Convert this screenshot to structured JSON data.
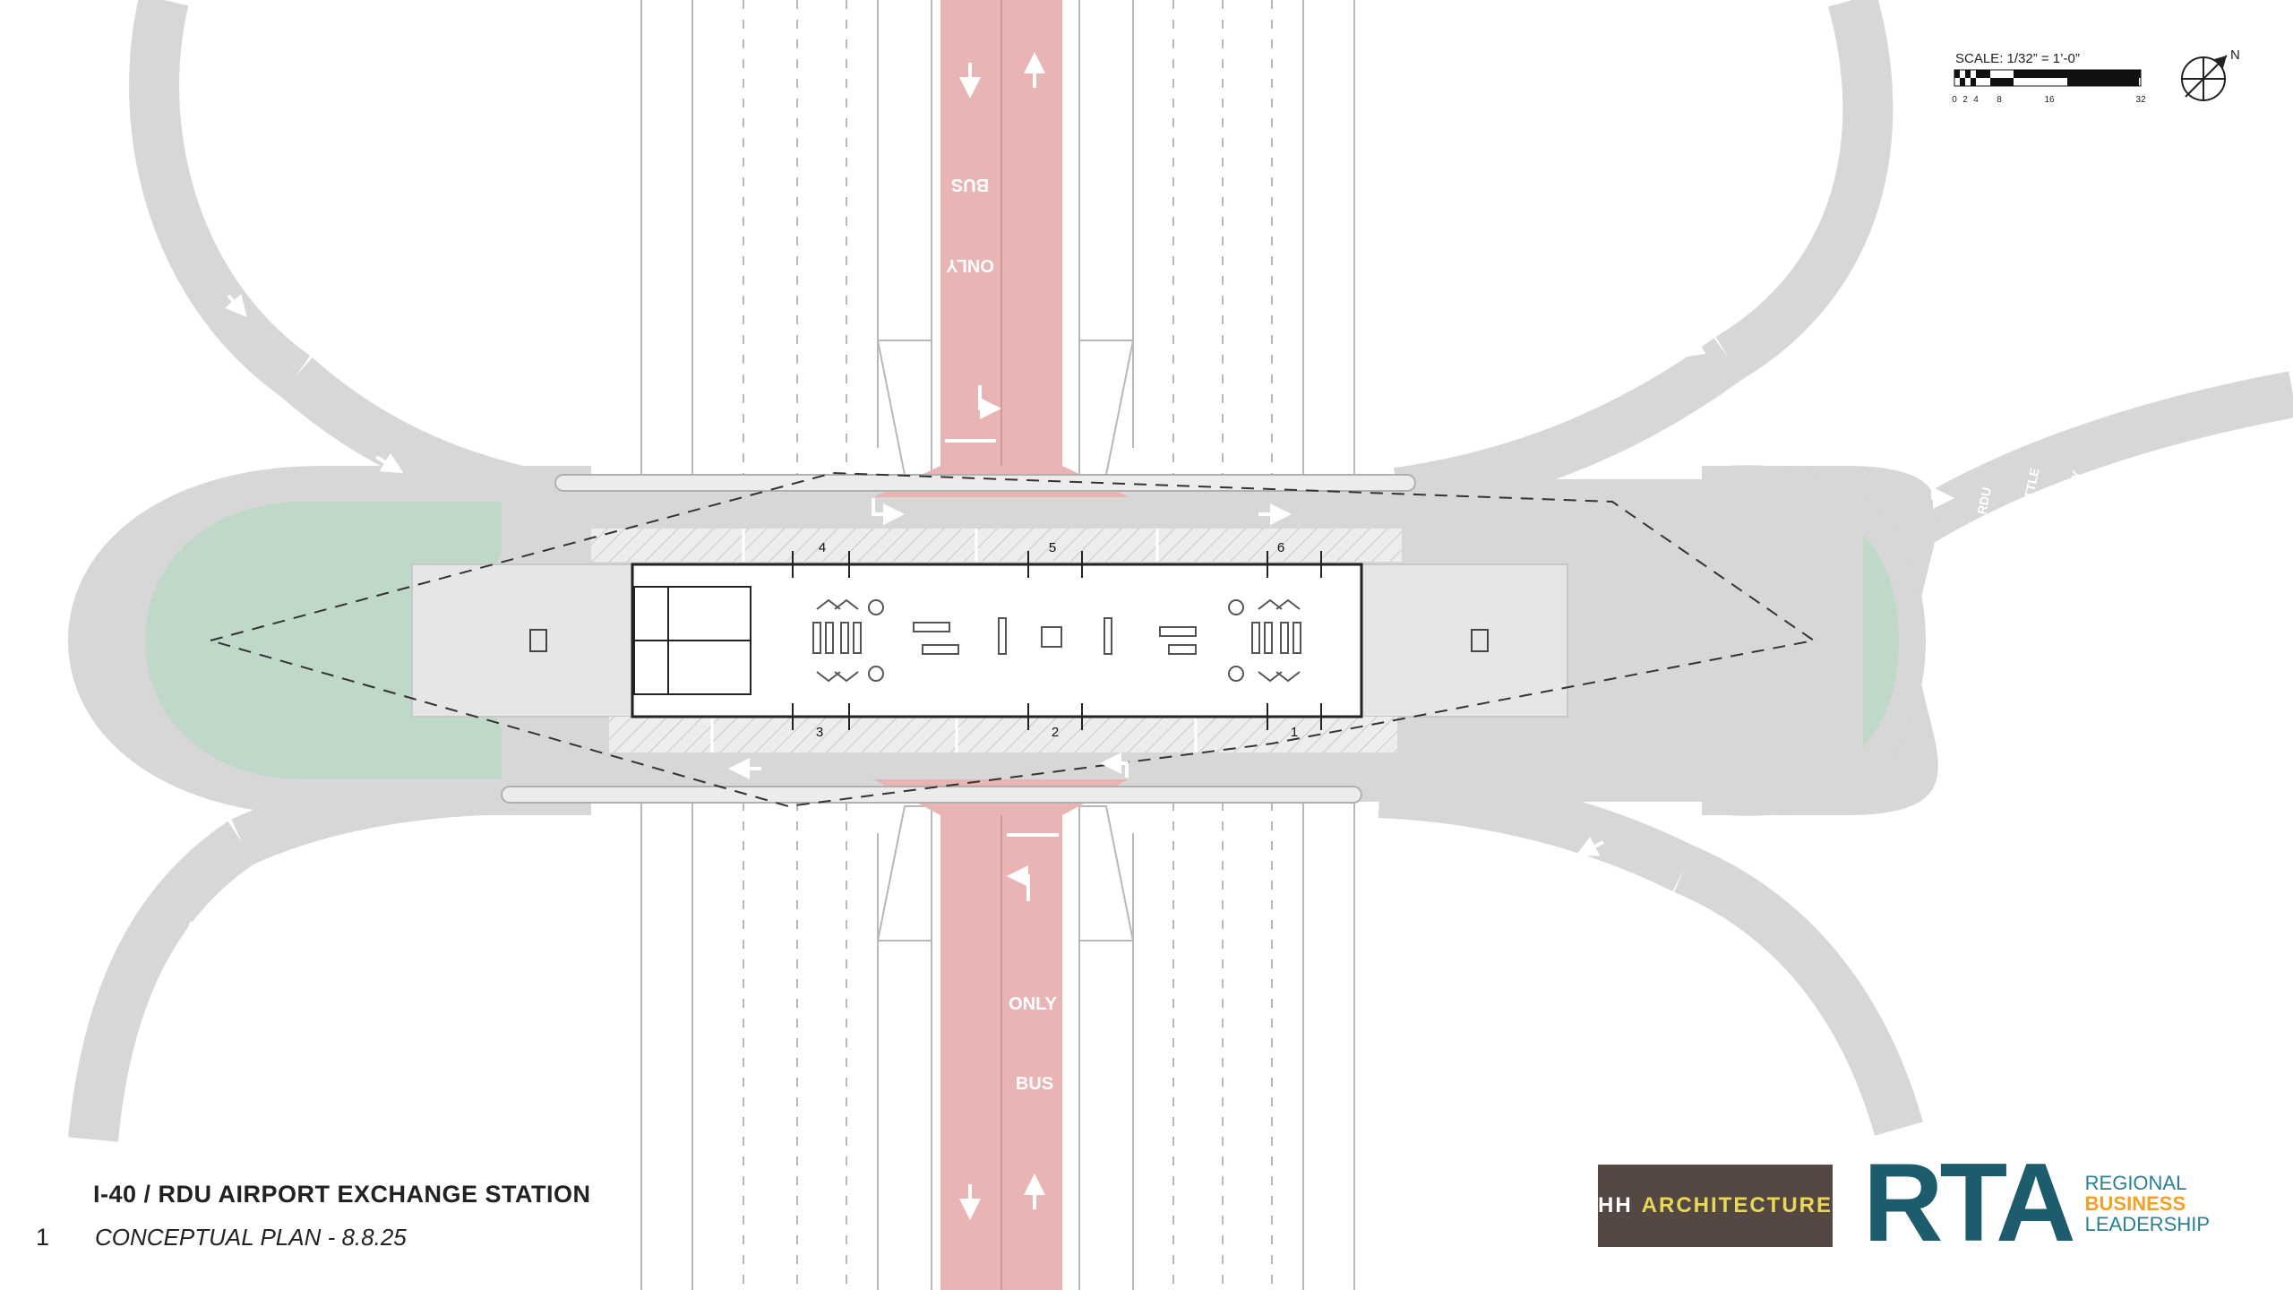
{
  "title_block": {
    "sheet_number": "1",
    "title": "I-40 / RDU AIRPORT EXCHANGE STATION",
    "subtitle": "CONCEPTUAL PLAN - 8.8.25"
  },
  "scale_bar": {
    "label": "SCALE: 1/32” = 1’-0”",
    "ticks": [
      "0",
      "2",
      "4",
      "8",
      "16",
      "32"
    ]
  },
  "north_arrow": {
    "label": "N"
  },
  "lane_markings": {
    "bus_top": "BUS",
    "only_top": "ONLY",
    "only_bottom": "ONLY",
    "bus_bottom": "BUS",
    "rdu": "RDU",
    "shuttle": "SHUTTLE",
    "only_ramp": "ONLY"
  },
  "bay_numbers": [
    "4",
    "5",
    "6",
    "3",
    "2",
    "1"
  ],
  "logos": {
    "hh_prefix": "HH",
    "hh_name": "ARCHITECTURE",
    "rta": "RTA",
    "rta_line1": "REGIONAL",
    "rta_line2": "BUSINESS",
    "rta_line3": "LEADERSHIP"
  },
  "colors": {
    "road": "#d7d7d7",
    "bus_lane": "#e8b4b4",
    "green_island": "#c0d8c8",
    "platform": "#e6e6e6",
    "station": "#ffffff",
    "rta_teal": "#1d5c6c",
    "hh_brown": "#554842",
    "hh_yellow": "#e8d85a",
    "rta_orange": "#f0a12a"
  }
}
